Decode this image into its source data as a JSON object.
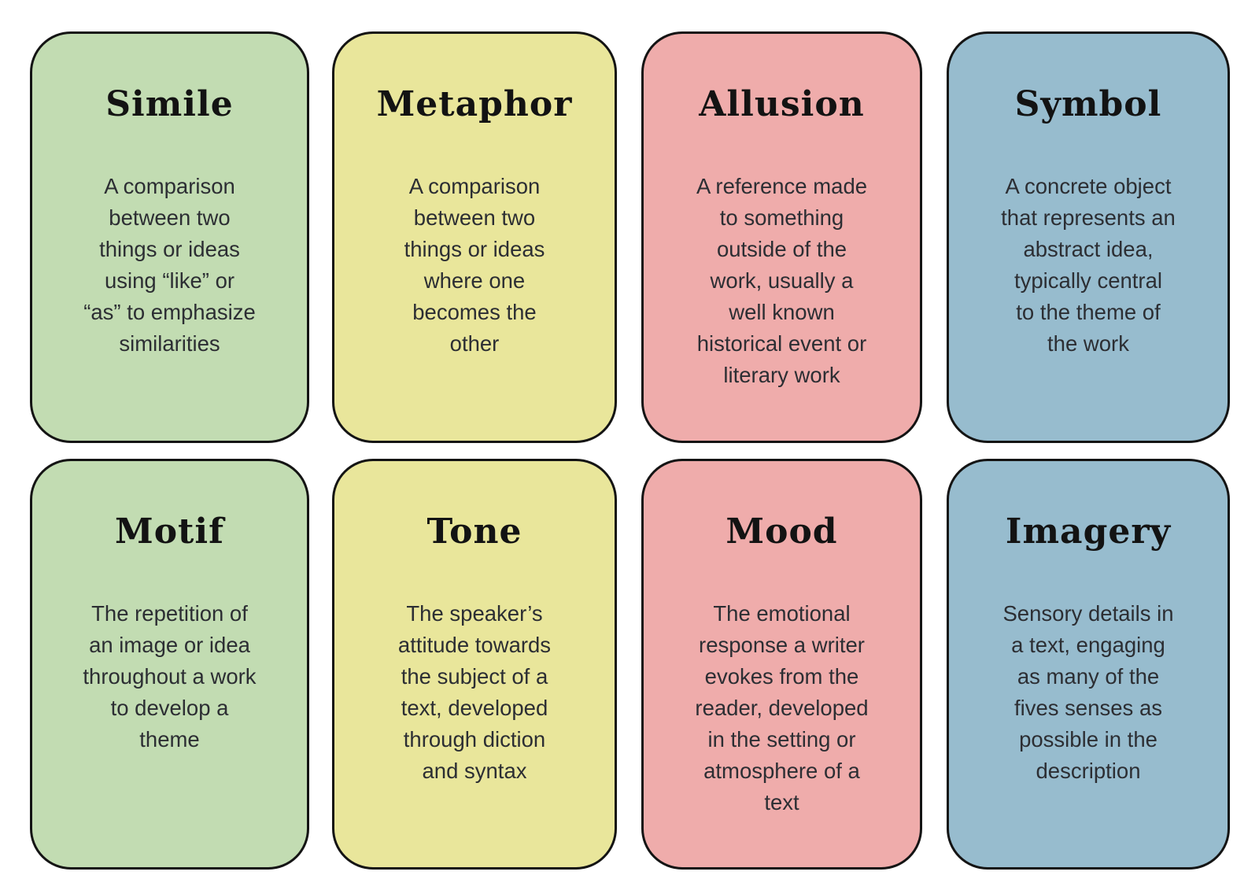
{
  "page": {
    "background": "#ffffff",
    "card_border_color": "#141414",
    "title_text_color": "#131313",
    "body_text_color": "#2c2e33",
    "palette": {
      "green": "#c2dcb2",
      "yellow": "#e9e69b",
      "pink": "#efacab",
      "blue": "#97bcce"
    }
  },
  "cards": [
    {
      "title": "Simile",
      "definition": "A comparison\nbetween two\nthings or ideas\nusing “like” or\n“as” to emphasize\nsimilarities",
      "bg": "#c2dcb2"
    },
    {
      "title": "Metaphor",
      "definition": "A comparison\nbetween two\nthings or ideas\nwhere one\nbecomes the\nother",
      "bg": "#e9e69b"
    },
    {
      "title": "Allusion",
      "definition": "A reference made\nto something\noutside of the\nwork, usually a\nwell known\nhistorical event or\nliterary work",
      "bg": "#efacab"
    },
    {
      "title": "Symbol",
      "definition": "A concrete object\nthat represents an\nabstract idea,\ntypically central\nto the theme of\nthe work",
      "bg": "#97bcce"
    },
    {
      "title": "Motif",
      "definition": "The repetition of\nan image or idea\nthroughout a work\nto develop a\ntheme",
      "bg": "#c2dcb2"
    },
    {
      "title": "Tone",
      "definition": "The speaker’s\nattitude towards\nthe subject of a\ntext, developed\nthrough diction\nand syntax",
      "bg": "#e9e69b"
    },
    {
      "title": "Mood",
      "definition": "The emotional\nresponse a writer\nevokes from the\nreader, developed\nin the setting or\natmosphere of a\ntext",
      "bg": "#efacab"
    },
    {
      "title": "Imagery",
      "definition": "Sensory details in\na text, engaging\nas many of the\nfives senses as\npossible in the\ndescription",
      "bg": "#97bcce"
    }
  ]
}
